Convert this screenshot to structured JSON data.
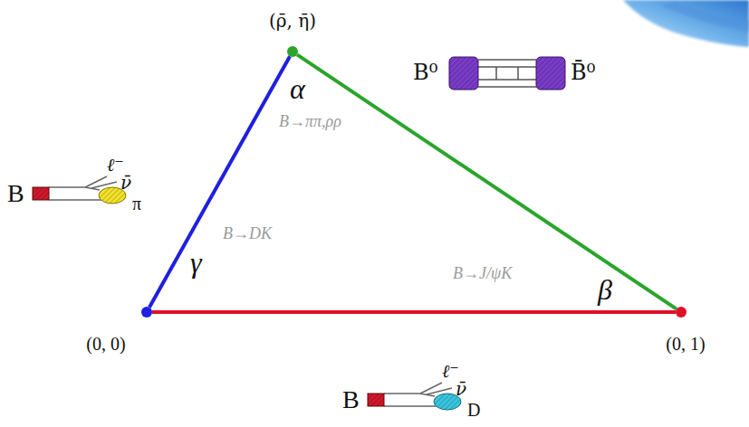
{
  "diagram": {
    "nodes": [
      {
        "text": [
          "(ρ̄, η̄)"
        ]
      },
      {
        "text": [
          "(0, 0)"
        ]
      },
      {
        "text": [
          "(0, 1)"
        ]
      }
    ],
    "edges": [
      {
        "from": 1,
        "to": 0,
        "arrow": "none"
      },
      {
        "from": 0,
        "to": 2,
        "arrow": "none"
      },
      {
        "from": 1,
        "to": 2,
        "arrow": "none"
      }
    ],
    "labels": [
      "α",
      "B→ππ,ρρ",
      "γ",
      "B→DK",
      "β",
      "B→J/ψK",
      "B",
      "ℓ⁻",
      "ν̄",
      "π",
      "B⁰",
      "B̄⁰",
      "B",
      "ℓ⁻",
      "ν̄",
      "D"
    ]
  }
}
